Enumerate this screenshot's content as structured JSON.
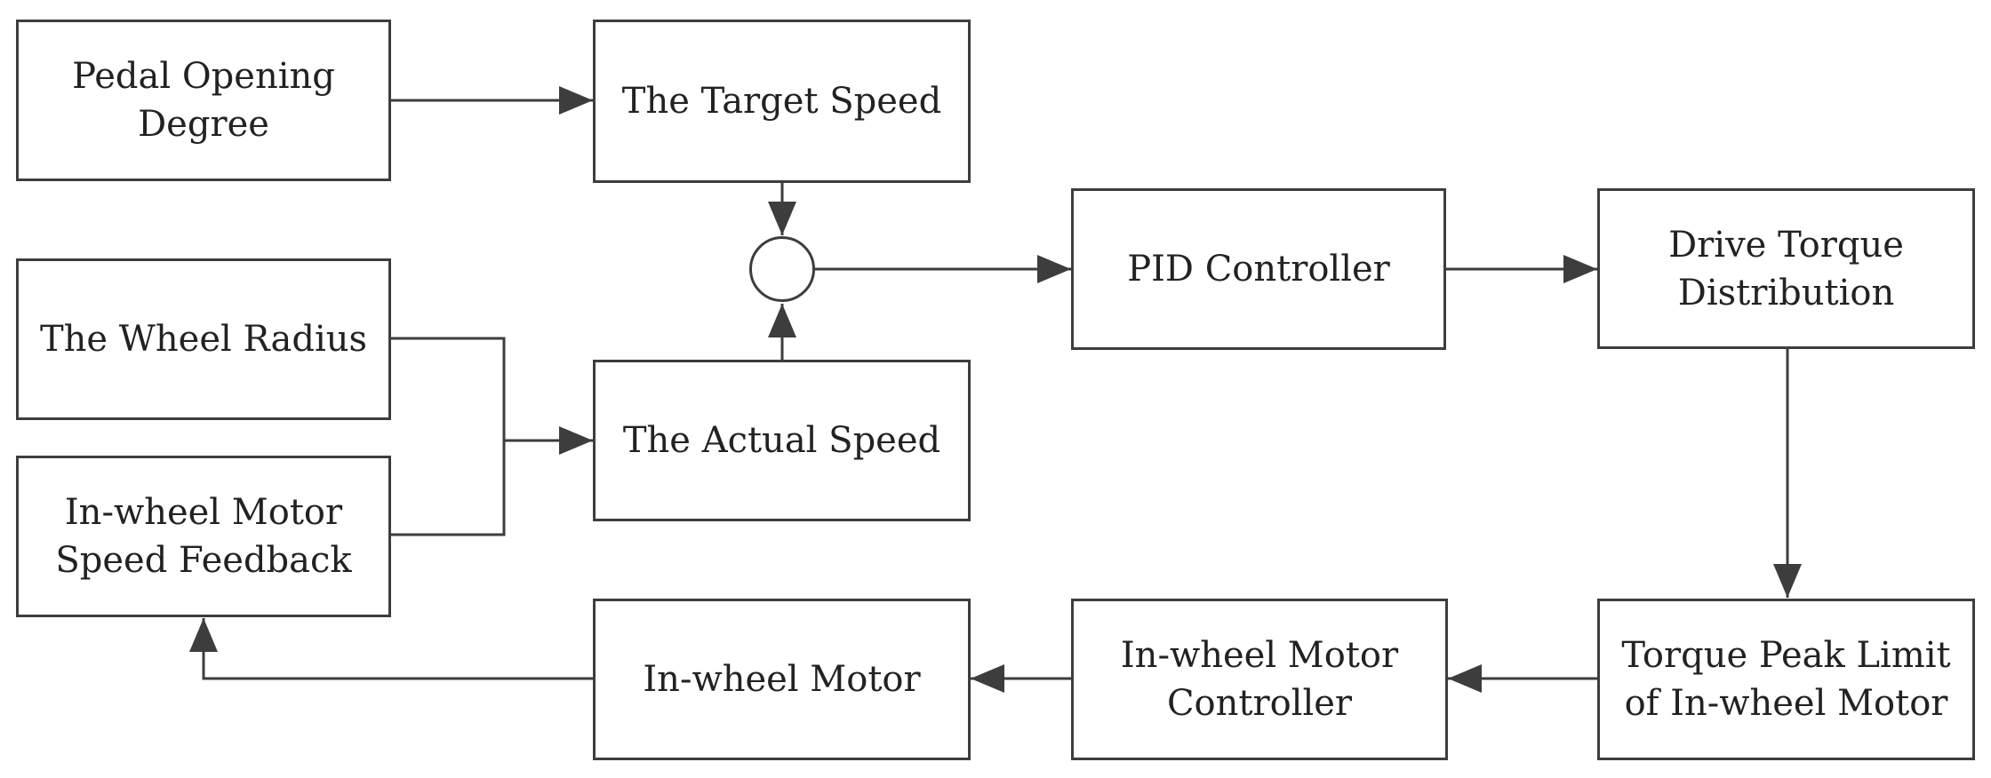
{
  "diagram": {
    "blocks": {
      "pedal_opening": "Pedal Opening\nDegree",
      "target_speed": "The Target Speed",
      "wheel_radius": "The Wheel Radius",
      "motor_speed_feedback": "In-wheel Motor\nSpeed Feedback",
      "actual_speed": "The Actual Speed",
      "pid_controller": "PID Controller",
      "drive_torque_distribution": "Drive Torque\nDistribution",
      "torque_peak_limit": "Torque Peak Limit\nof In-wheel Motor",
      "motor_controller": "In-wheel Motor\nController",
      "in_wheel_motor": "In-wheel Motor"
    }
  },
  "colors": {
    "stroke": "#3d3d3d",
    "text": "#222222",
    "background": "#ffffff"
  }
}
